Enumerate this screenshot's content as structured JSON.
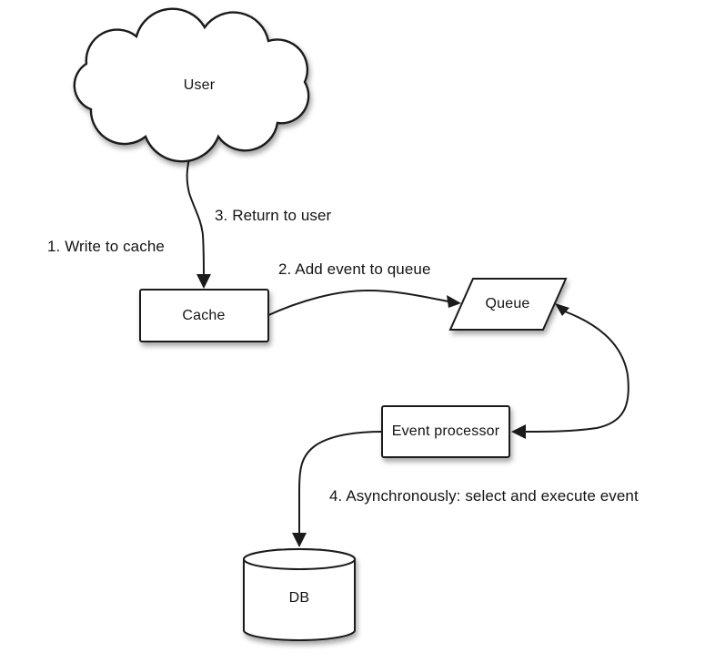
{
  "canvas": {
    "background": "#ffffff",
    "stroke_color": "#1b1b1b",
    "text_color": "#141414"
  },
  "diagram": {
    "type": "flow-diagram",
    "nodes": {
      "user": {
        "label": "User",
        "shape": "cloud"
      },
      "cache": {
        "label": "Cache",
        "shape": "rectangle"
      },
      "queue": {
        "label": "Queue",
        "shape": "parallelogram"
      },
      "event_processor": {
        "label": "Event processor",
        "shape": "rectangle"
      },
      "db": {
        "label": "DB",
        "shape": "cylinder"
      }
    },
    "edges": [
      {
        "from": "user",
        "to": "cache",
        "style": "curved-arrow"
      },
      {
        "from": "cache",
        "to": "queue",
        "style": "curved-arrow"
      },
      {
        "from": "queue",
        "to": "event_processor",
        "style": "curved-double-arrow"
      },
      {
        "from": "event_processor",
        "to": "db",
        "style": "curved-arrow"
      }
    ],
    "step_labels": {
      "step1": "1. Write to cache",
      "step2": "2. Add event to queue",
      "step3": "3. Return to user",
      "step4": "4. Asynchronously: select and execute event"
    }
  }
}
